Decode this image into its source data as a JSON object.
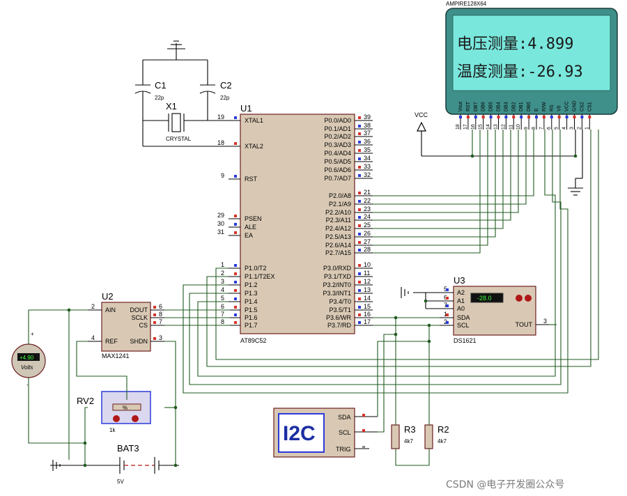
{
  "lcd": {
    "model": "AMPIRE128X64",
    "line1": "电压测量:4.899",
    "line2": "温度测量:-26.93",
    "pins": [
      "Vout",
      "RST",
      "DB7",
      "DB6",
      "DB5",
      "DB4",
      "DB3",
      "DB2",
      "DB1",
      "DB0",
      "E",
      "R/W",
      "RS",
      "V0",
      "VCC",
      "GND",
      "CS2",
      "CS1"
    ],
    "pin_numbers": [
      "18",
      "17",
      "16",
      "15",
      "14",
      "13",
      "12",
      "11",
      "10",
      "9",
      "8",
      "7",
      "6",
      "5",
      "4",
      "3",
      "2",
      "1"
    ]
  },
  "vcc_label": "VCC",
  "crystal": {
    "ref": "X1",
    "name": "CRYSTAL"
  },
  "c1": {
    "ref": "C1",
    "value": "22p"
  },
  "c2": {
    "ref": "C2",
    "value": "22p"
  },
  "u1": {
    "ref": "U1",
    "part": "AT89C52",
    "left_pins": [
      {
        "num": "19",
        "name": "XTAL1"
      },
      {
        "num": "18",
        "name": "XTAL2"
      },
      {
        "num": "9",
        "name": "RST"
      },
      {
        "num": "29",
        "name": "PSEN"
      },
      {
        "num": "30",
        "name": "ALE"
      },
      {
        "num": "31",
        "name": "EA"
      },
      {
        "num": "1",
        "name": "P1.0/T2"
      },
      {
        "num": "2",
        "name": "P1.1/T2EX"
      },
      {
        "num": "3",
        "name": "P1.2"
      },
      {
        "num": "4",
        "name": "P1.3"
      },
      {
        "num": "5",
        "name": "P1.4"
      },
      {
        "num": "6",
        "name": "P1.5"
      },
      {
        "num": "7",
        "name": "P1.6"
      },
      {
        "num": "8",
        "name": "P1.7"
      }
    ],
    "right_pins": [
      {
        "num": "39",
        "name": "P0.0/AD0"
      },
      {
        "num": "38",
        "name": "P0.1/AD1"
      },
      {
        "num": "37",
        "name": "P0.2/AD2"
      },
      {
        "num": "36",
        "name": "P0.3/AD3"
      },
      {
        "num": "35",
        "name": "P0.4/AD4"
      },
      {
        "num": "34",
        "name": "P0.5/AD5"
      },
      {
        "num": "33",
        "name": "P0.6/AD6"
      },
      {
        "num": "32",
        "name": "P0.7/AD7"
      },
      {
        "num": "21",
        "name": "P2.0/A8"
      },
      {
        "num": "22",
        "name": "P2.1/A9"
      },
      {
        "num": "23",
        "name": "P2.2/A10"
      },
      {
        "num": "24",
        "name": "P2.3/A11"
      },
      {
        "num": "25",
        "name": "P2.4/A12"
      },
      {
        "num": "26",
        "name": "P2.5/A13"
      },
      {
        "num": "27",
        "name": "P2.6/A14"
      },
      {
        "num": "28",
        "name": "P2.7/A15"
      },
      {
        "num": "10",
        "name": "P3.0/RXD"
      },
      {
        "num": "11",
        "name": "P3.1/TXD"
      },
      {
        "num": "12",
        "name": "P3.2/INT0"
      },
      {
        "num": "13",
        "name": "P3.3/INT1"
      },
      {
        "num": "14",
        "name": "P3.4/T0"
      },
      {
        "num": "15",
        "name": "P3.5/T1"
      },
      {
        "num": "16",
        "name": "P3.6/WR"
      },
      {
        "num": "17",
        "name": "P3.7/RD"
      }
    ]
  },
  "u2": {
    "ref": "U2",
    "part": "MAX1241",
    "pins": [
      {
        "num": "2",
        "name": "AIN"
      },
      {
        "num": "4",
        "name": "REF"
      },
      {
        "num": "6",
        "name": "DOUT"
      },
      {
        "num": "8",
        "name": "SCLK"
      },
      {
        "num": "7",
        "name": "CS"
      },
      {
        "num": "3",
        "name": "SHDN"
      }
    ]
  },
  "u3": {
    "ref": "U3",
    "part": "DS1621",
    "display": "-28.0",
    "pins": [
      {
        "num": "5",
        "name": "A2"
      },
      {
        "num": "6",
        "name": "A1"
      },
      {
        "num": "7",
        "name": "A0"
      },
      {
        "num": "1",
        "name": "SDA"
      },
      {
        "num": "2",
        "name": "SCL"
      },
      {
        "num": "3",
        "name": "TOUT"
      }
    ]
  },
  "voltmeter": {
    "reading": "+4.90",
    "unit": "Volts"
  },
  "rv2": {
    "ref": "RV2",
    "value": "1k",
    "percent": "%"
  },
  "bat3": {
    "ref": "BAT3",
    "value": "5V"
  },
  "i2c": {
    "label": "I2C",
    "pins": [
      "SDA",
      "SCL",
      "TRIG"
    ]
  },
  "r3": {
    "ref": "R3",
    "value": "4k7"
  },
  "r2": {
    "ref": "R2",
    "value": "4k7"
  },
  "watermark": "CSDN @电子开发圈公众号"
}
